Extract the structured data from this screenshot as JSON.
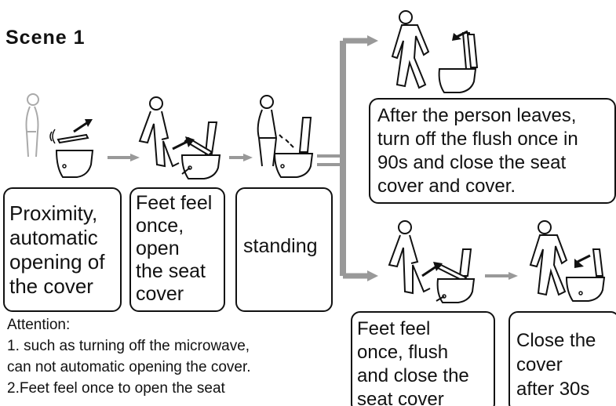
{
  "scene_title": "Scene 1",
  "steps": [
    {
      "lines": [
        "Proximity,",
        "automatic",
        "opening of",
        "the cover"
      ]
    },
    {
      "lines": [
        "Feet feel",
        "once,",
        "open",
        "the seat",
        "cover"
      ]
    },
    {
      "lines": [
        "standing"
      ]
    }
  ],
  "branch_upper": {
    "lines": [
      "After the person leaves,",
      "turn off the flush once in",
      "90s and close the seat",
      "cover and cover."
    ]
  },
  "branch_lower": [
    {
      "lines": [
        "Feet feel",
        "once, flush",
        "and close the",
        "seat cover"
      ]
    },
    {
      "lines": [
        "Close the",
        "cover",
        "after 30s"
      ]
    }
  ],
  "attention": {
    "heading": "Attention:",
    "lines": [
      "1. such as turning off the microwave,",
      "can not automatic opening the cover.",
      "2.Feet feel once to open the seat"
    ]
  },
  "colors": {
    "arrow": "#999999",
    "line": "#111111",
    "ghost_person": "#aaaaaa"
  }
}
